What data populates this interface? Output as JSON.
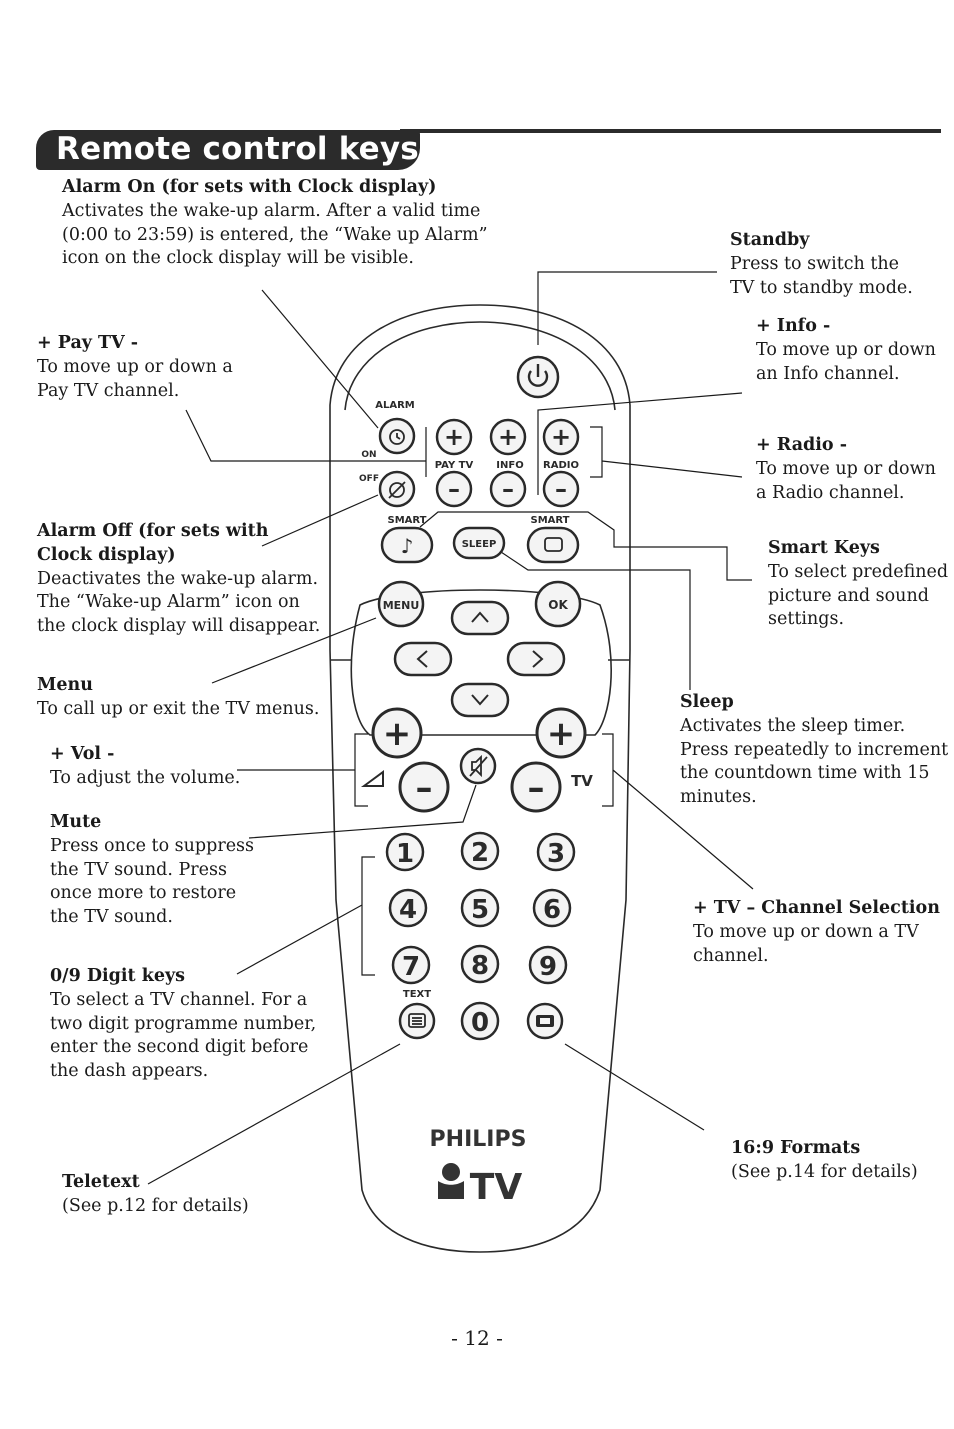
{
  "header": {
    "title": "Remote control keys"
  },
  "callouts": {
    "alarm_on": {
      "title": "Alarm On (for sets with Clock display)",
      "desc": "Activates the wake-up alarm. After a valid time\n(0:00 to 23:59) is entered, the “Wake up Alarm”\nicon on the clock display will be visible."
    },
    "standby": {
      "title": "Standby",
      "desc": "Press to switch the\nTV to standby mode."
    },
    "pay_tv": {
      "title": "+ Pay TV -",
      "desc": "To move up or down a\nPay TV channel."
    },
    "info": {
      "title": "+ Info -",
      "desc": "To move up or down\nan Info channel."
    },
    "radio": {
      "title": "+ Radio -",
      "desc": "To move up or down\na Radio channel."
    },
    "alarm_off": {
      "title": "Alarm Off (for sets with\nClock display)",
      "desc": "Deactivates the wake-up alarm.\nThe “Wake-up Alarm” icon on\nthe clock display will disappear."
    },
    "smart_keys": {
      "title": "Smart Keys",
      "desc": "To select predefined\npicture and sound\nsettings."
    },
    "menu": {
      "title": "Menu",
      "desc": "To call up or exit the TV menus."
    },
    "sleep": {
      "title": "Sleep",
      "desc": "Activates the sleep timer.\nPress repeatedly to increment\nthe countdown time with 15\nminutes."
    },
    "vol": {
      "title": "+ Vol -",
      "desc": "To adjust the volume."
    },
    "mute": {
      "title": "Mute",
      "desc": "Press once to suppress\nthe TV sound. Press\nonce more to restore\nthe TV sound."
    },
    "tv_channel": {
      "title": "+ TV – Channel Selection",
      "desc": "To move up or down a TV\nchannel."
    },
    "digits": {
      "title": "0/9 Digit keys",
      "desc": "To select a TV channel. For a\ntwo digit programme number,\nenter the second digit before\nthe dash appears."
    },
    "formats": {
      "title": "16:9 Formats",
      "desc": "(See p.14 for details)"
    },
    "teletext": {
      "title": "Teletext",
      "desc": "(See p.12 for details)"
    }
  },
  "remote": {
    "labels": {
      "alarm": "ALARM",
      "on": "ON",
      "off": "OFF",
      "smart_left": "SMART",
      "smart_right": "SMART",
      "pay_tv": "PAY TV",
      "info": "INFO",
      "radio": "RADIO",
      "sleep": "SLEEP",
      "menu": "MENU",
      "ok": "OK",
      "tv": "TV",
      "text": "TEXT",
      "plus": "+",
      "minus": "–",
      "brand": "PHILIPS",
      "brand_tv": "TV"
    },
    "digits": [
      "1",
      "2",
      "3",
      "4",
      "5",
      "6",
      "7",
      "8",
      "9",
      "0"
    ]
  },
  "page": {
    "number": "- 12 -"
  }
}
